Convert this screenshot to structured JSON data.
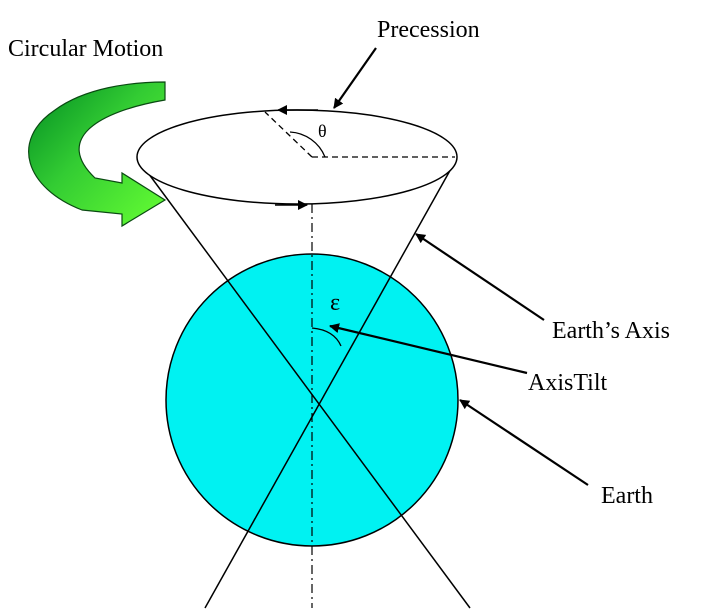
{
  "labels": {
    "circular_motion": "Circular Motion",
    "precession": "Precession",
    "theta": "θ",
    "epsilon": "ε",
    "earths_axis": "Earth’s Axis",
    "axis_tilt": "AxisTilt",
    "earth": "Earth"
  },
  "colors": {
    "earth_fill": "#00F2F2",
    "arrow_green_light": "#66FF33",
    "arrow_green_dark": "#007A1F",
    "line": "#000000"
  }
}
